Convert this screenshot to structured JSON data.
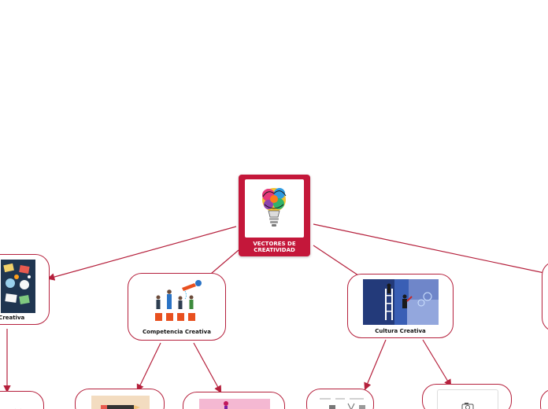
{
  "colors": {
    "accent": "#b5203c",
    "root_fill": "#c4173a",
    "root_text": "#ffffff"
  },
  "root": {
    "label_line1": "VECTORES DE",
    "label_line2": "CREATIVIDAD",
    "icon": "lightbulb-icon"
  },
  "nodes": {
    "left": {
      "label": "e Creativa"
    },
    "competencia": {
      "label": "Competencia Creativa"
    },
    "cultura": {
      "label": "Cultura Creativa"
    }
  }
}
